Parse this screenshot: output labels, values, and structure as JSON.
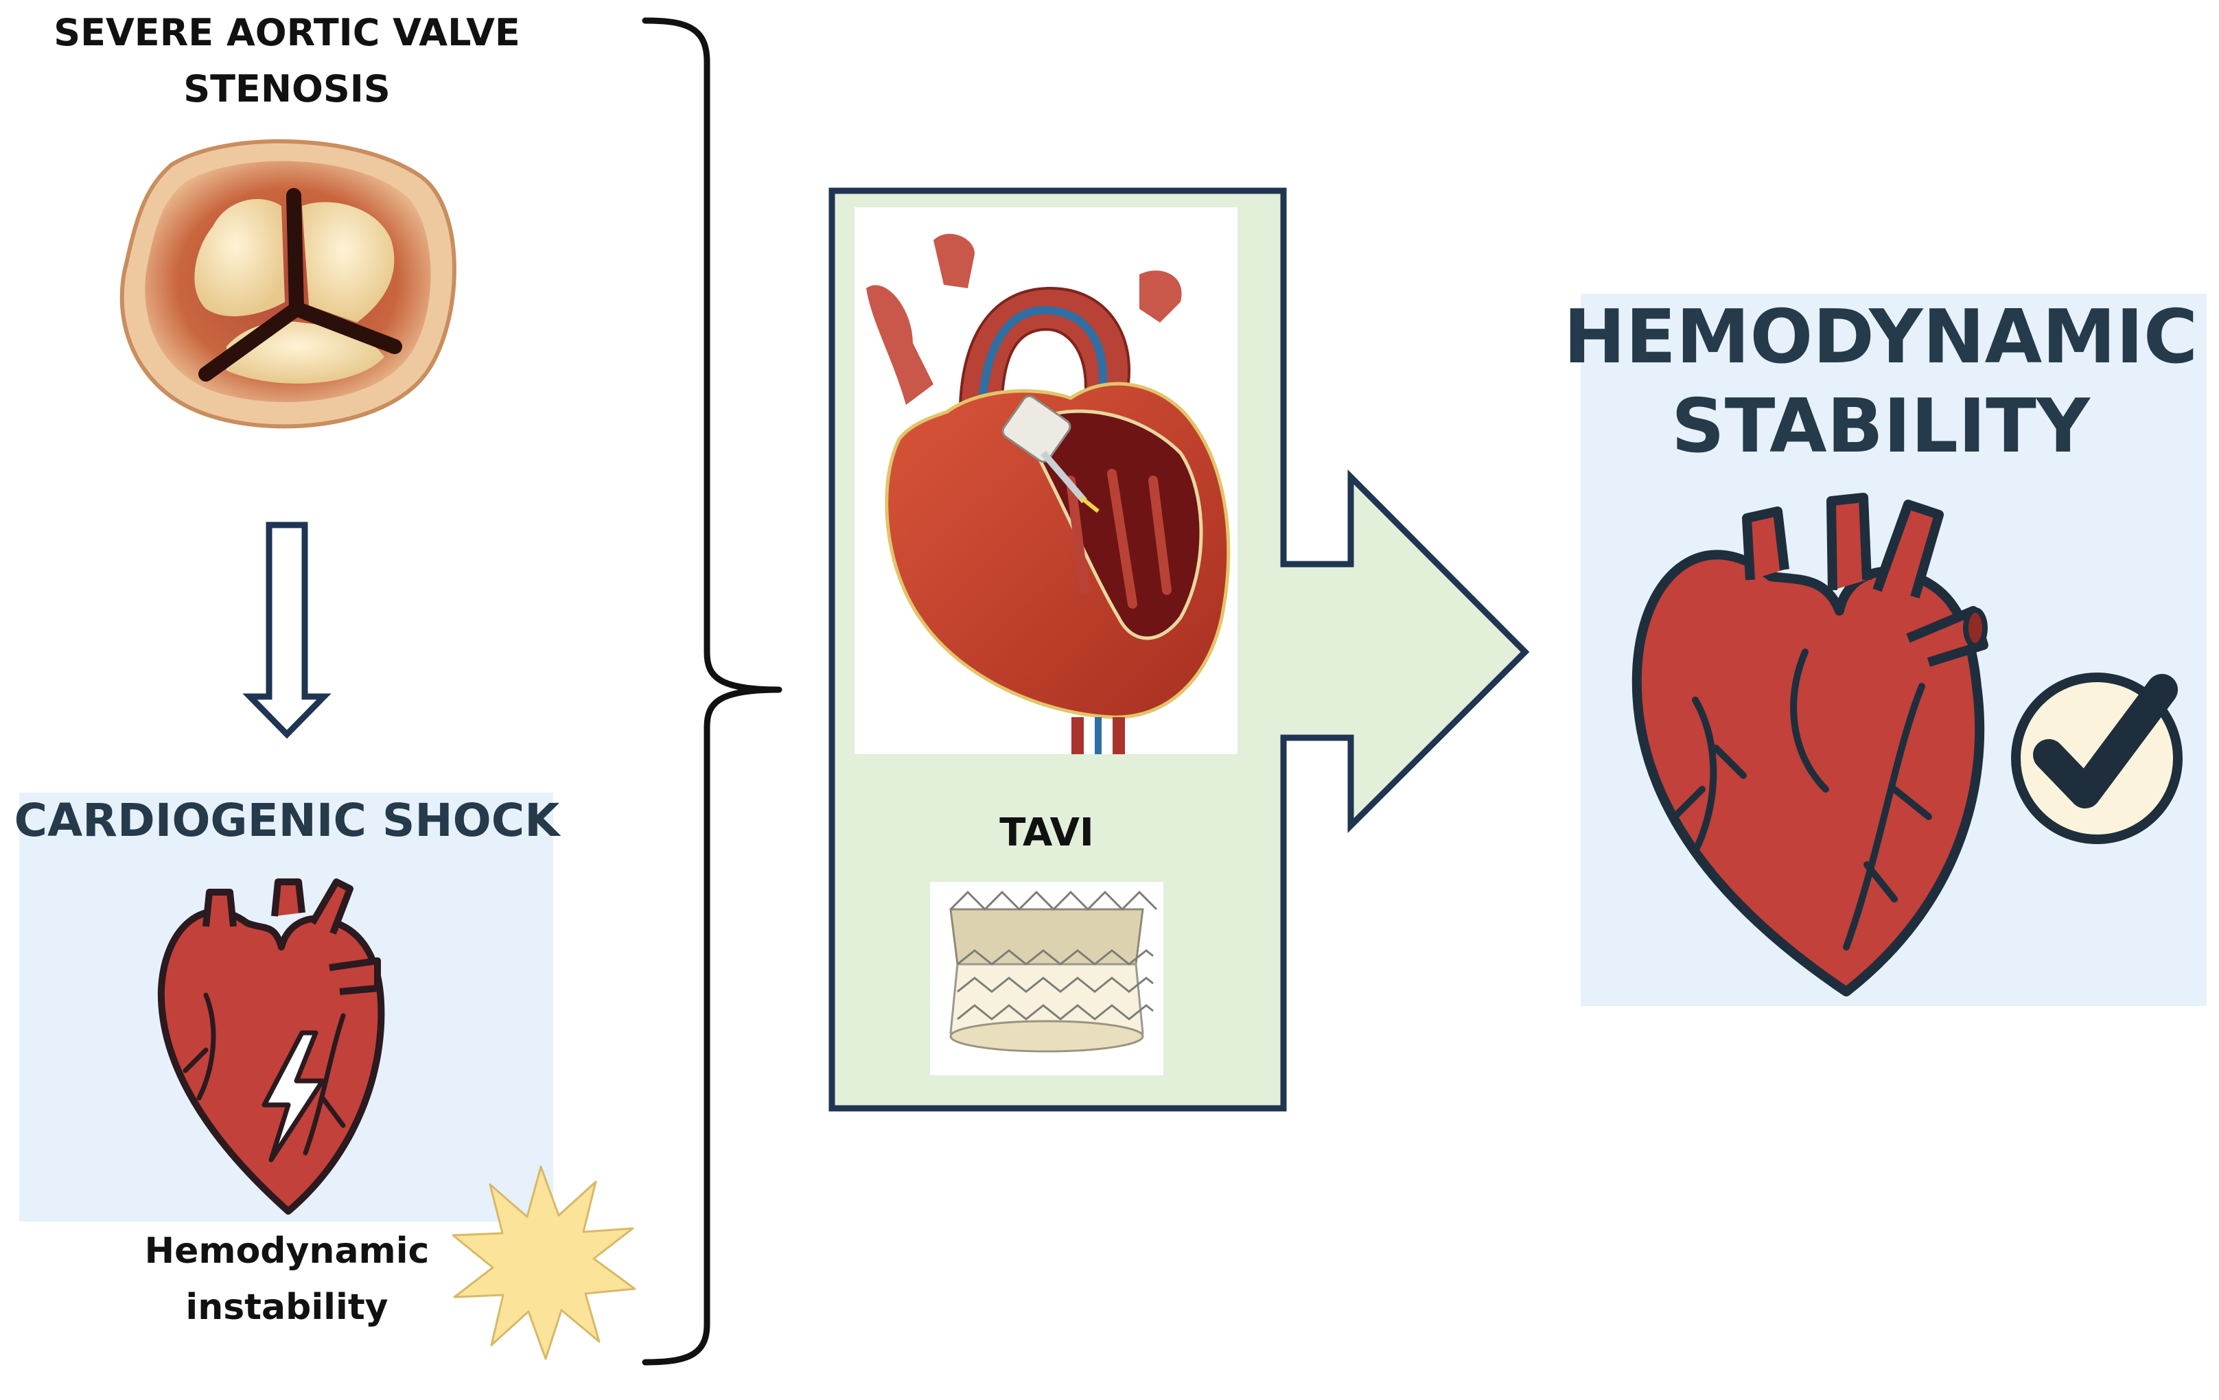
{
  "stenosis": {
    "title_line1": "SEVERE AORTIC VALVE",
    "title_line2": "STENOSIS"
  },
  "shock": {
    "title": "CARDIOGENIC SHOCK",
    "caption_line1": "Hemodynamic",
    "caption_line2": "instability"
  },
  "procedure": {
    "label": "TAVI"
  },
  "outcome": {
    "title_line1": "HEMODYNAMIC",
    "title_line2": "STABILITY"
  },
  "colors": {
    "navy_outline": "#1f3552",
    "panel_blue": "#e6f1fb",
    "panel_green": "#e2efd9",
    "heart_red": "#c2413a",
    "starburst": "#fbe39a",
    "check_bg": "#fbf3dc"
  }
}
